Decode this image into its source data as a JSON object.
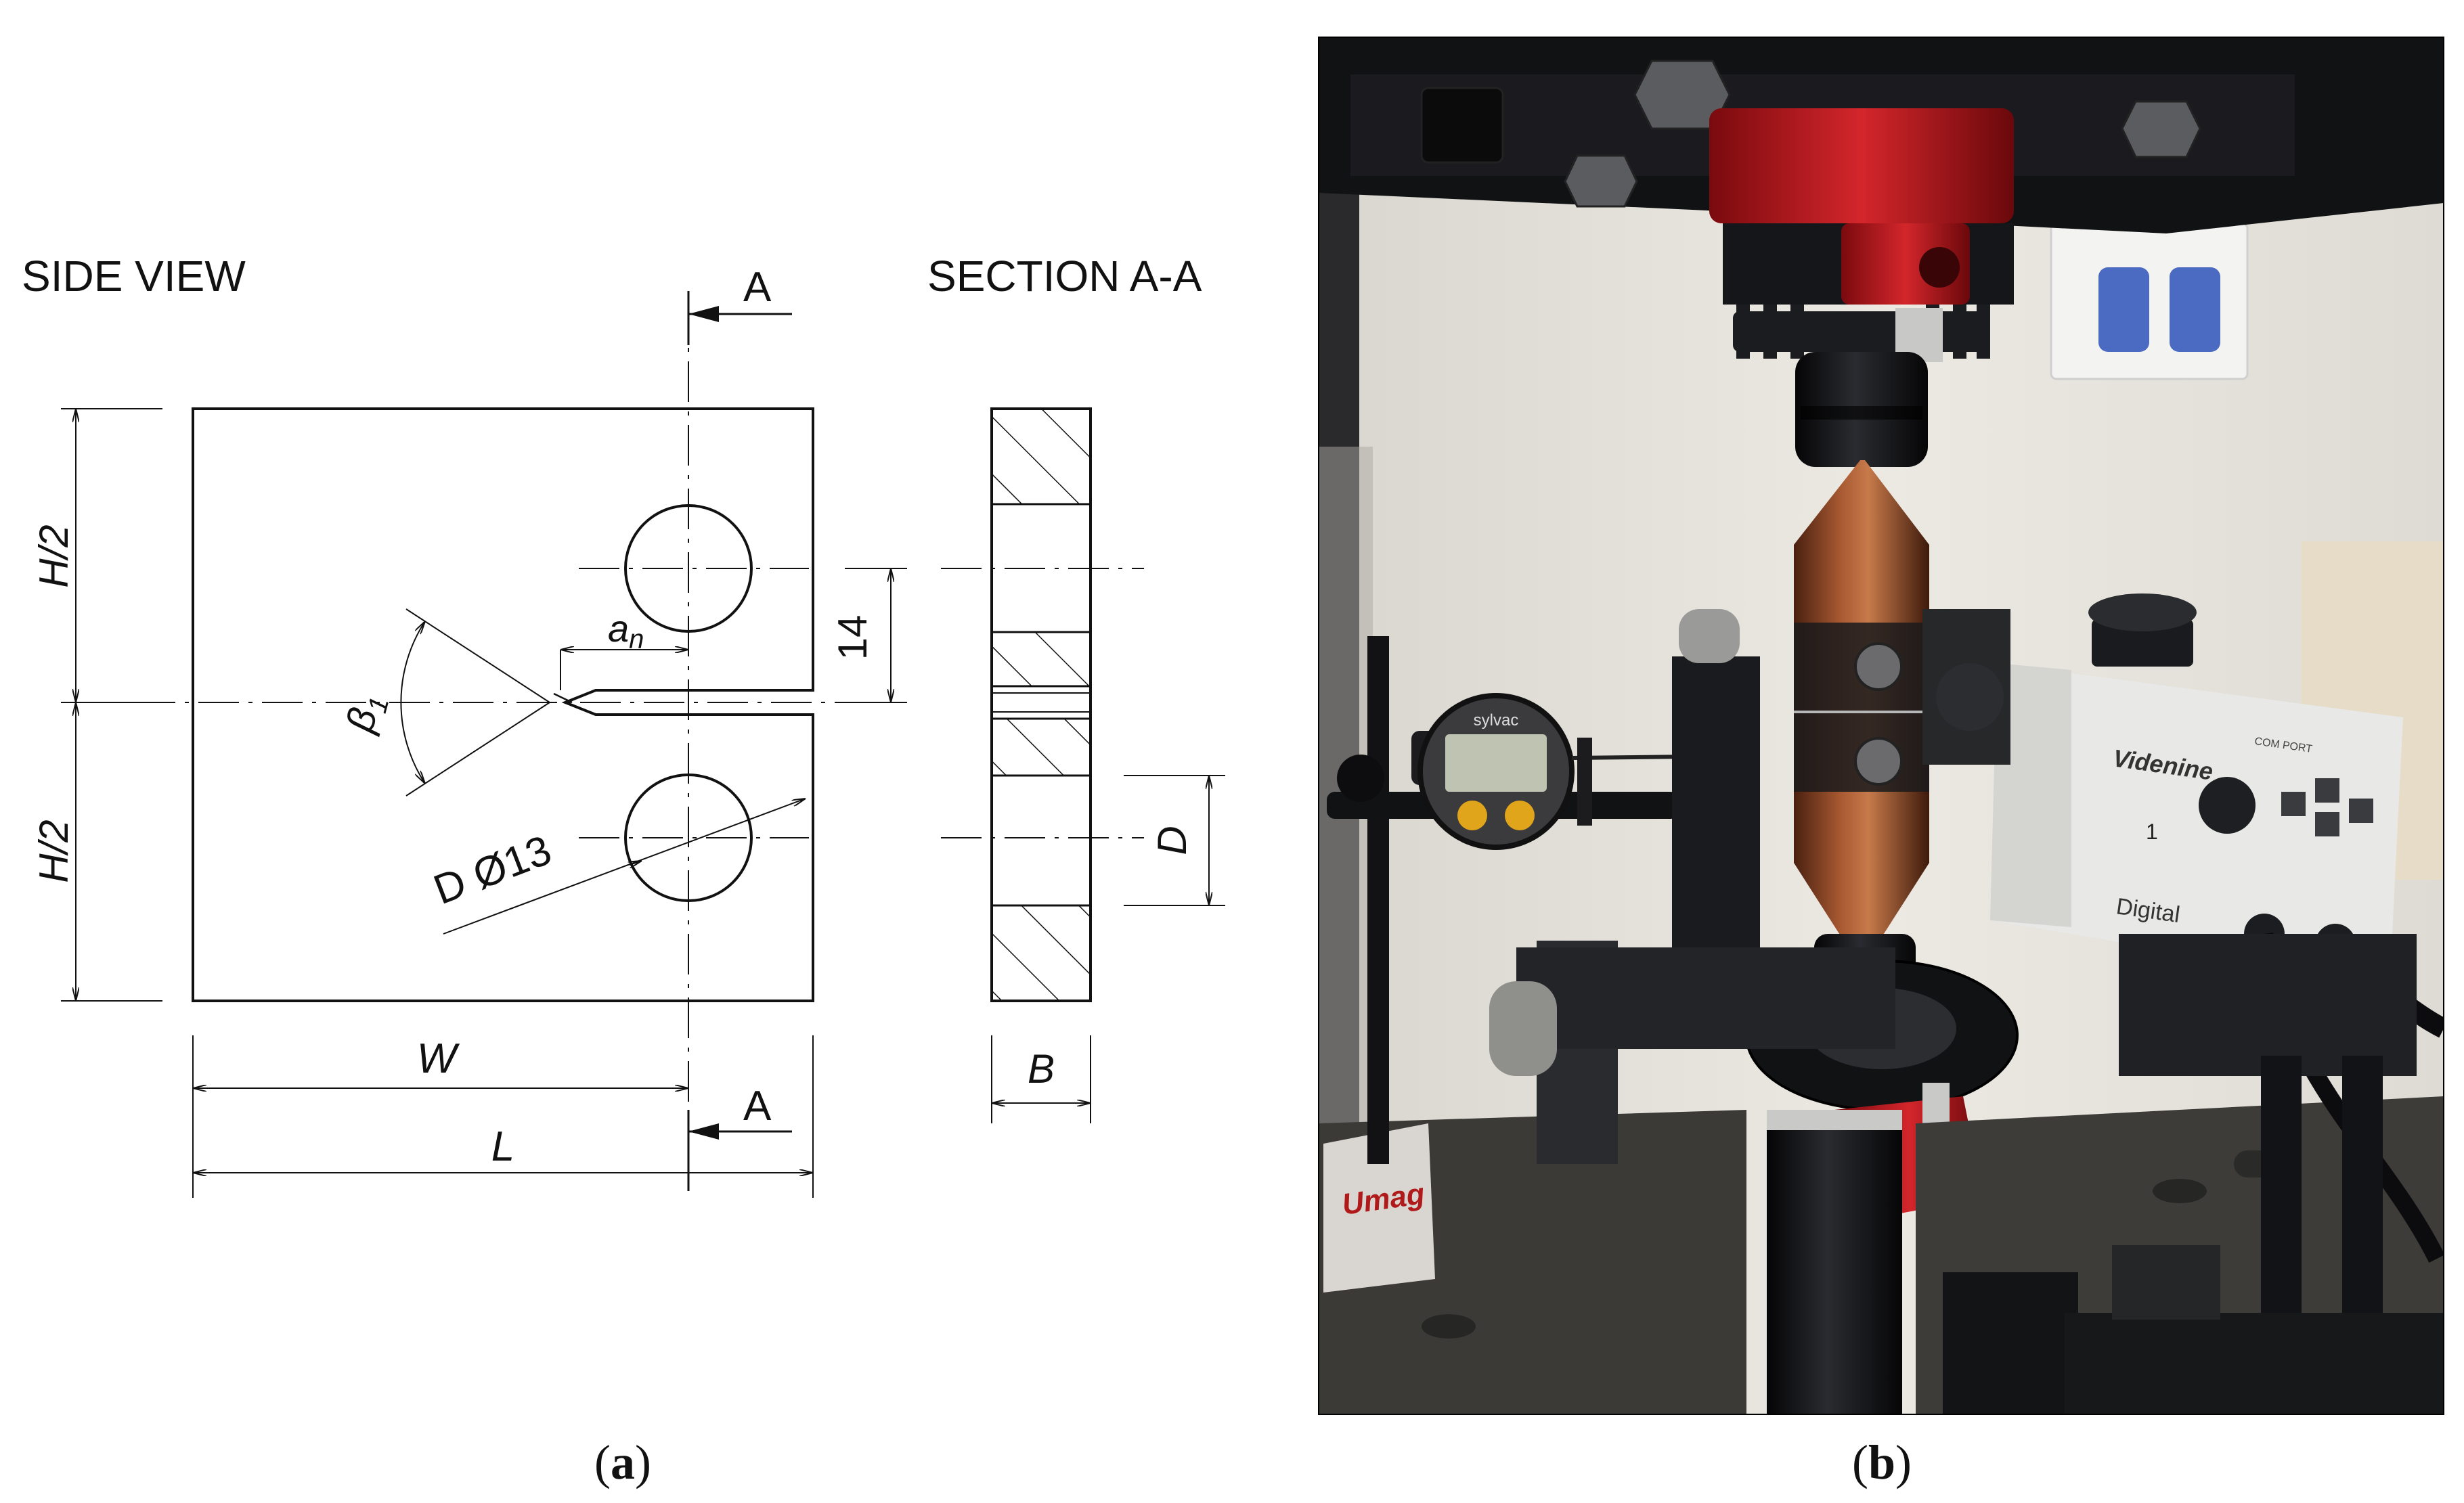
{
  "panel_a": {
    "side_view_title": "SIDE VIEW",
    "section_title": "SECTION A-A",
    "section_marker_top": "A",
    "section_marker_bottom": "A",
    "dim_h_half_top": "H/2",
    "dim_h_half_bottom": "H/2",
    "dim_notch_length": "a",
    "dim_notch_length_sub": "n",
    "dim_angle": "β",
    "dim_angle_sub": "1",
    "dim_hole_offset": "14",
    "dim_hole_diameter": "D Ø13",
    "dim_w": "W",
    "dim_l": "L",
    "dim_d": "D",
    "dim_b": "B",
    "caption_letter": "a"
  },
  "panel_b": {
    "indicator_brand": "sylvac",
    "camera_brand": "Videnine",
    "camera_model": "Digital",
    "camera_port": "COM PORT",
    "magnet_base_brand": "Umag",
    "camera_mark": "1",
    "caption_letter": "b"
  },
  "colors": {
    "line": "#111111",
    "background": "#ffffff",
    "specimen_copper": "#8a4424",
    "machine_red": "#c4141c",
    "machine_black": "#15161a",
    "wall": "#e9e7e1",
    "camera_body": "#e8e8e6"
  }
}
